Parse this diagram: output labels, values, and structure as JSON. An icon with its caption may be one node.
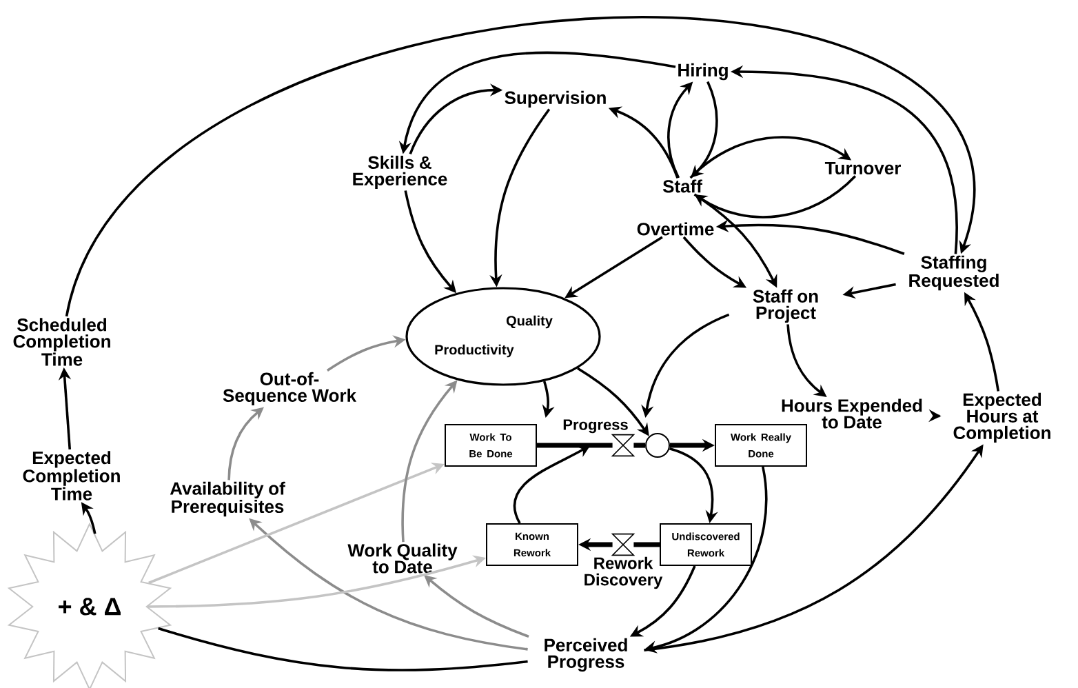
{
  "diagram": {
    "nodes": [
      {
        "text": [
          "Hiring"
        ]
      },
      {
        "text": [
          "Supervision"
        ]
      },
      {
        "text": [
          "Skills & Experience"
        ]
      },
      {
        "text": [
          "Staff"
        ]
      },
      {
        "text": [
          "Turnover"
        ]
      },
      {
        "text": [
          "Overtime"
        ]
      },
      {
        "text": [
          "Quality",
          "Productivity"
        ]
      },
      {
        "text": [
          "Staff on Project"
        ]
      },
      {
        "text": [
          "Staffing Requested"
        ]
      },
      {
        "text": [
          "Scheduled Completion Time"
        ]
      },
      {
        "text": [
          "Out-of-Sequence Work"
        ]
      },
      {
        "text": [
          "Hours Expended to Date"
        ]
      },
      {
        "text": [
          "Expected Hours at Completion"
        ]
      },
      {
        "text": [
          "Expected Completion Time"
        ]
      },
      {
        "text": [
          "Availability of Prerequisites"
        ]
      },
      {
        "text": [
          "Work To Be Done"
        ]
      },
      {
        "text": [
          "Work Really Done"
        ]
      },
      {
        "text": [
          "Known Rework"
        ]
      },
      {
        "text": [
          "Undiscovered Rework"
        ]
      },
      {
        "text": [
          "Progress"
        ]
      },
      {
        "text": [],
        "shape": "circle"
      },
      {
        "text": [
          "Rework Discovery"
        ]
      },
      {
        "text": [
          "Work Quality to Date"
        ]
      },
      {
        "text": [
          "+ & Δ"
        ]
      },
      {
        "text": [
          "Perceived Progress"
        ]
      }
    ],
    "edges": [
      {
        "from": 0,
        "to": 2,
        "arrow": "to"
      },
      {
        "from": 2,
        "to": 1,
        "arrow": "to"
      },
      {
        "from": 1,
        "to": 6,
        "arrow": "to"
      },
      {
        "from": 2,
        "to": 6,
        "arrow": "to"
      },
      {
        "from": 3,
        "to": 1,
        "arrow": "to"
      },
      {
        "from": 3,
        "to": 0,
        "arrow": "to"
      },
      {
        "from": 0,
        "to": 3,
        "arrow": "to"
      },
      {
        "from": 3,
        "to": 4,
        "arrow": "to"
      },
      {
        "from": 4,
        "to": 3,
        "arrow": "to"
      },
      {
        "from": 3,
        "to": 7,
        "arrow": "to"
      },
      {
        "from": 8,
        "to": 5,
        "arrow": "to"
      },
      {
        "from": 5,
        "to": 6,
        "arrow": "to"
      },
      {
        "from": 5,
        "to": 7,
        "arrow": "to"
      },
      {
        "from": 8,
        "to": 0,
        "arrow": "to"
      },
      {
        "from": 9,
        "to": 8,
        "arrow": "to"
      },
      {
        "from": 8,
        "to": 7,
        "arrow": "to"
      },
      {
        "from": 7,
        "to": 11,
        "arrow": "to"
      },
      {
        "from": 7,
        "to": 19,
        "arrow": "to"
      },
      {
        "from": 11,
        "to": 12,
        "arrow": "to"
      },
      {
        "from": 12,
        "to": 8,
        "arrow": "to"
      },
      {
        "from": 6,
        "to": 19,
        "arrow": "to"
      },
      {
        "from": 6,
        "to": 20,
        "arrow": "to"
      },
      {
        "from": 15,
        "to": 19,
        "arrow": "none",
        "style": "thick"
      },
      {
        "from": 19,
        "to": 20,
        "arrow": "none",
        "style": "thick"
      },
      {
        "from": 20,
        "to": 16,
        "arrow": "to",
        "style": "thick"
      },
      {
        "from": 20,
        "to": 18,
        "arrow": "to"
      },
      {
        "from": 17,
        "to": 19,
        "arrow": "to"
      },
      {
        "from": 18,
        "to": 21,
        "arrow": "none",
        "style": "thick"
      },
      {
        "from": 21,
        "to": 17,
        "arrow": "to",
        "style": "thick"
      },
      {
        "from": 18,
        "to": 24,
        "arrow": "to"
      },
      {
        "from": 16,
        "to": 24,
        "arrow": "to"
      },
      {
        "from": 24,
        "to": 12,
        "arrow": "to"
      },
      {
        "from": 24,
        "to": 22,
        "arrow": "to",
        "color": "#8c8c8c"
      },
      {
        "from": 24,
        "to": 14,
        "arrow": "to",
        "color": "#8c8c8c"
      },
      {
        "from": 24,
        "to": 23,
        "arrow": "none"
      },
      {
        "from": 23,
        "to": 13,
        "arrow": "to"
      },
      {
        "from": 23,
        "to": 15,
        "arrow": "to",
        "color": "#c4c4c4"
      },
      {
        "from": 23,
        "to": 17,
        "arrow": "to",
        "color": "#c4c4c4"
      },
      {
        "from": 22,
        "to": 6,
        "arrow": "to",
        "color": "#8c8c8c"
      },
      {
        "from": 14,
        "to": 10,
        "arrow": "to",
        "color": "#8c8c8c"
      },
      {
        "from": 10,
        "to": 6,
        "arrow": "to",
        "color": "#8c8c8c"
      },
      {
        "from": 13,
        "to": 9,
        "arrow": "to"
      }
    ]
  }
}
